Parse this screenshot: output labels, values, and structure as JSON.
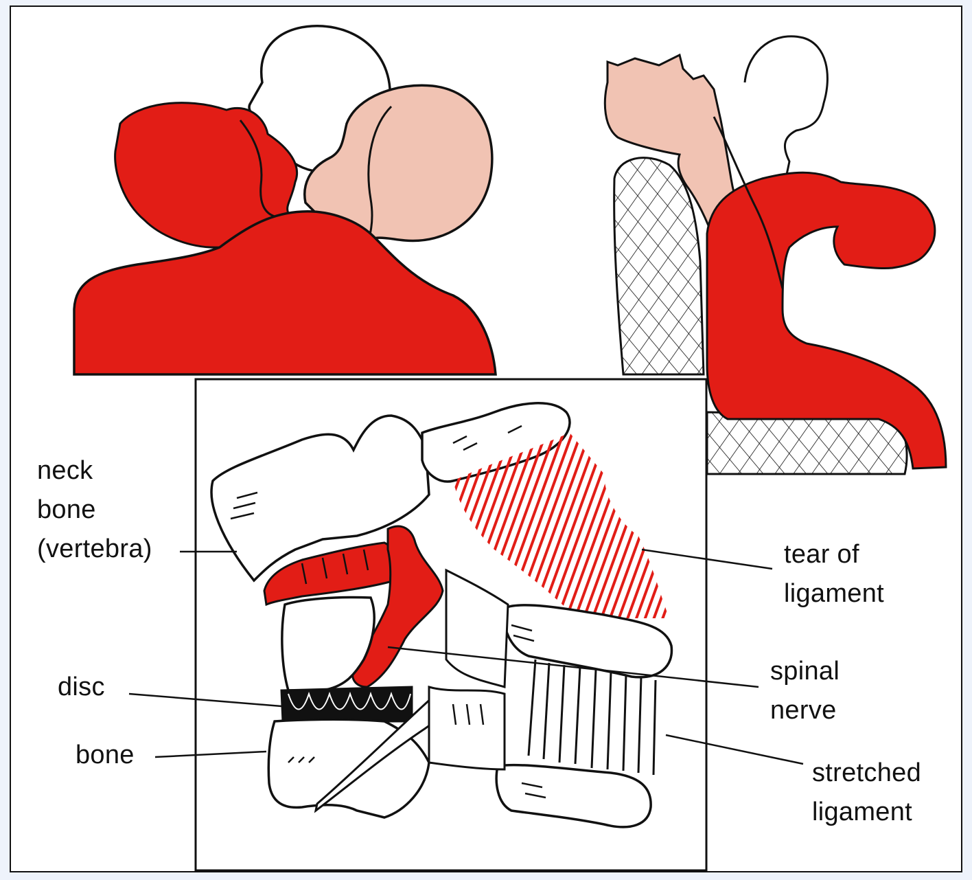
{
  "colors": {
    "injury_red": "#e21d16",
    "skin_pink": "#f1c3b3",
    "outline": "#111111",
    "background": "#ffffff"
  },
  "labels": {
    "vertebra": "neck\nbone\n(vertebra)",
    "disc": "disc",
    "bone": "bone",
    "tear": "tear of\nligament",
    "nerve": "spinal\nnerve",
    "stretched": "stretched\nligament"
  }
}
